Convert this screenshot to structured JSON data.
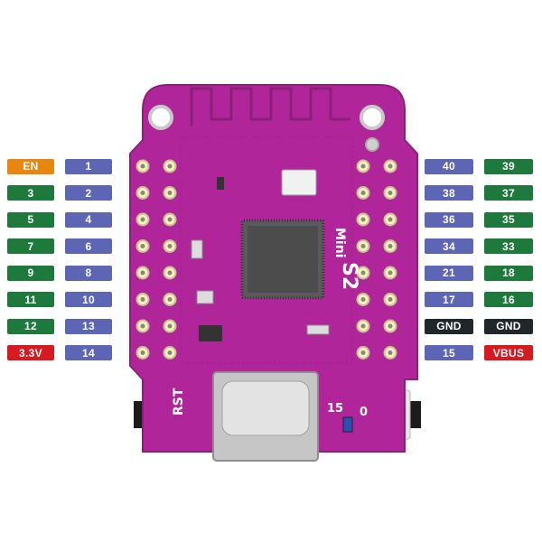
{
  "colors": {
    "pcb": "#b0269a",
    "pcb_dark": "#8d1f7c",
    "gpio": "#1e7a3c",
    "pin_num": "#5d65b5",
    "special": "#e8870f",
    "power": "#d71920",
    "ground": "#20262a"
  },
  "left_pins": [
    {
      "func": "EN",
      "func_type": "special",
      "gpio": "1"
    },
    {
      "func": "3",
      "func_type": "gpio",
      "gpio": "2"
    },
    {
      "func": "5",
      "func_type": "gpio",
      "gpio": "4"
    },
    {
      "func": "7",
      "func_type": "gpio",
      "gpio": "6"
    },
    {
      "func": "9",
      "func_type": "gpio",
      "gpio": "8"
    },
    {
      "func": "11",
      "func_type": "gpio",
      "gpio": "10"
    },
    {
      "func": "12",
      "func_type": "gpio",
      "gpio": "13"
    },
    {
      "func": "3.3V",
      "func_type": "power",
      "gpio": "14"
    }
  ],
  "right_pins": [
    {
      "inner": "40",
      "inner_type": "pin_num",
      "outer": "39",
      "outer_type": "gpio"
    },
    {
      "inner": "38",
      "inner_type": "pin_num",
      "outer": "37",
      "outer_type": "gpio"
    },
    {
      "inner": "36",
      "inner_type": "pin_num",
      "outer": "35",
      "outer_type": "gpio"
    },
    {
      "inner": "34",
      "inner_type": "pin_num",
      "outer": "33",
      "outer_type": "gpio"
    },
    {
      "inner": "21",
      "inner_type": "pin_num",
      "outer": "18",
      "outer_type": "gpio"
    },
    {
      "inner": "17",
      "inner_type": "pin_num",
      "outer": "16",
      "outer_type": "gpio"
    },
    {
      "inner": "GND",
      "inner_type": "ground",
      "outer": "GND",
      "outer_type": "ground"
    },
    {
      "inner": "15",
      "inner_type": "pin_num",
      "outer": "VBUS",
      "outer_type": "power"
    }
  ],
  "board": {
    "brand_big": "S2",
    "brand_small": "Mini",
    "reset_label": "RST",
    "led_label": "15",
    "boot_label": "0"
  }
}
